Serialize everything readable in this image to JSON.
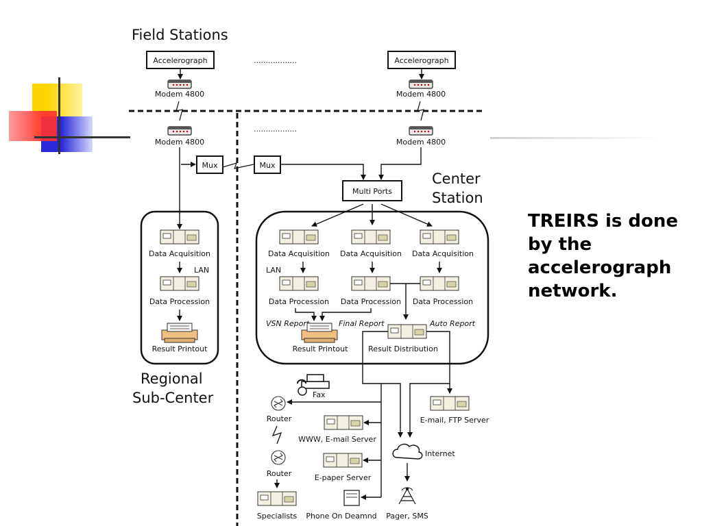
{
  "slide": {
    "caption": "TREIRS is done by the accelerograph network."
  },
  "diagram": {
    "field_stations_title": "Field Stations",
    "dots": "..................",
    "accelerograph": "Accelerograph",
    "modem": "Modem 4800",
    "mux": "Mux",
    "multi_ports": "Multi Ports",
    "center_station": [
      "Center",
      "Station"
    ],
    "regional_sub_center": [
      "Regional",
      "Sub-Center"
    ],
    "lan": "LAN",
    "data_acquisition": "Data Acquisition",
    "data_procession": "Data Procession",
    "result_printout": "Result Printout",
    "result_distribution": "Result Distribution",
    "vsn_report": "VSN Report",
    "final_report": "Final Report",
    "auto_report": "Auto Report",
    "fax": "Fax",
    "router": "Router",
    "email_ftp_server": "E-mail, FTP Server",
    "www_email_server": "WWW, E-mail Server",
    "internet": "Internet",
    "epaper_server": "E-paper Server",
    "specialists": "Specialists",
    "phone_on_demand": "Phone On Deamnd",
    "pager_sms": "Pager, SMS"
  },
  "colors": {
    "deco_yellow": "#ffd400",
    "deco_red": "#ff3030",
    "deco_blue": "#2a2ad8",
    "deco_line": "#333333"
  }
}
